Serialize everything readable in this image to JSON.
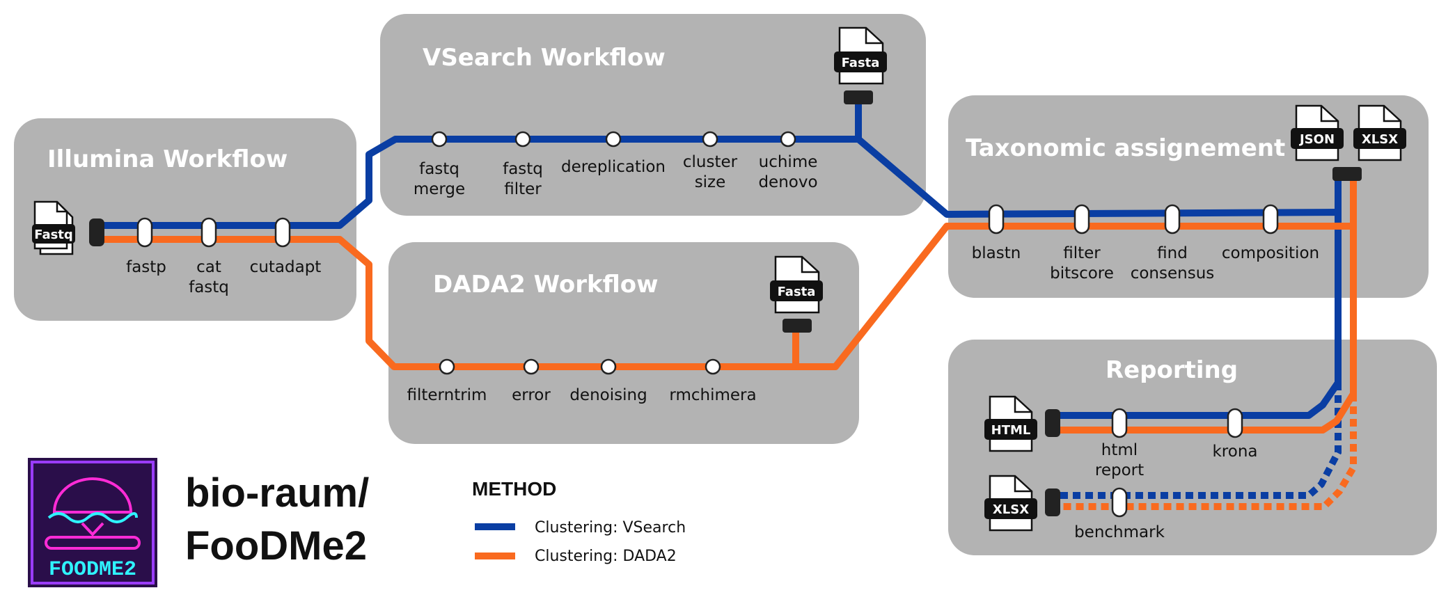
{
  "boxes": {
    "illumina": "Illumina Workflow",
    "vsearch": "VSearch Workflow",
    "dada2": "DADA2 Workflow",
    "taxonomic": "Taxonomic assignement",
    "reporting": "Reporting"
  },
  "files": {
    "fastq": "Fastq",
    "fasta_vsearch": "Fasta",
    "fasta_dada2": "Fasta",
    "json": "JSON",
    "xlsx_tax": "XLSX",
    "html": "HTML",
    "xlsx_report": "XLSX"
  },
  "steps": {
    "fastp": "fastp",
    "cat_fastq": [
      "cat",
      "fastq"
    ],
    "cutadapt": "cutadapt",
    "fastq_merge": [
      "fastq",
      "merge"
    ],
    "fastq_filter": [
      "fastq",
      "filter"
    ],
    "dereplication": "dereplication",
    "cluster_size": [
      "cluster",
      "size"
    ],
    "uchime_denovo": [
      "uchime",
      "denovo"
    ],
    "filterntrim": "filterntrim",
    "error": "error",
    "denoising": "denoising",
    "rmchimera": "rmchimera",
    "blastn": "blastn",
    "filter_bitscore": [
      "filter",
      "bitscore"
    ],
    "find_consensus": [
      "find",
      "consensus"
    ],
    "composition": "composition",
    "html_report": [
      "html",
      "report"
    ],
    "krona": "krona",
    "benchmark": "benchmark"
  },
  "brand": {
    "line1": "bio-raum/",
    "line2": "FooDMe2",
    "logo_text": "FOODME2"
  },
  "legend": {
    "title": "METHOD",
    "items": [
      {
        "label": "Clustering: VSearch",
        "color": "#0a3ea3"
      },
      {
        "label": "Clustering: DADA2",
        "color": "#f96a1f"
      }
    ]
  },
  "colors": {
    "vsearch_line": "#0a3ea3",
    "dada2_line": "#f96a1f",
    "box_fill": "#b3b3b3"
  }
}
